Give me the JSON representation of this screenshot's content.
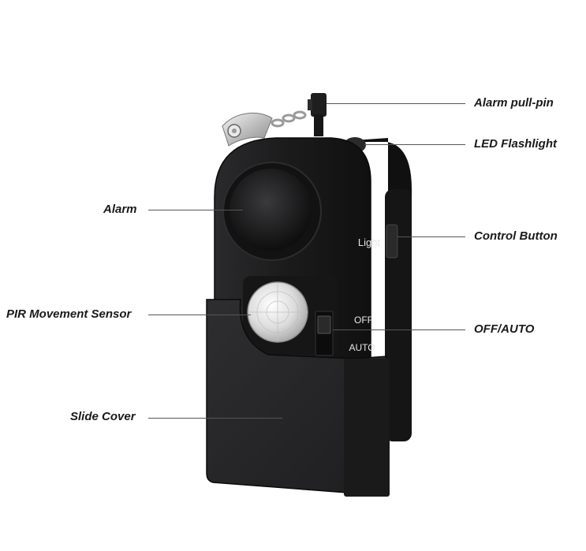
{
  "device": {
    "button_label": "Light",
    "switch_off_label": "OFF",
    "switch_auto_label": "AUTO"
  },
  "callouts": {
    "alarm_pull_pin": "Alarm pull-pin",
    "led_flashlight": "LED Flashlight",
    "alarm": "Alarm",
    "control_button": "Control Button",
    "pir_sensor": "PIR Movement Sensor",
    "off_auto": "OFF/AUTO",
    "slide_cover": "Slide Cover"
  },
  "colors": {
    "body": "#1c1c1e",
    "cover": "#252527",
    "leader_line": "#555555",
    "label_text": "#1a1a1a"
  }
}
